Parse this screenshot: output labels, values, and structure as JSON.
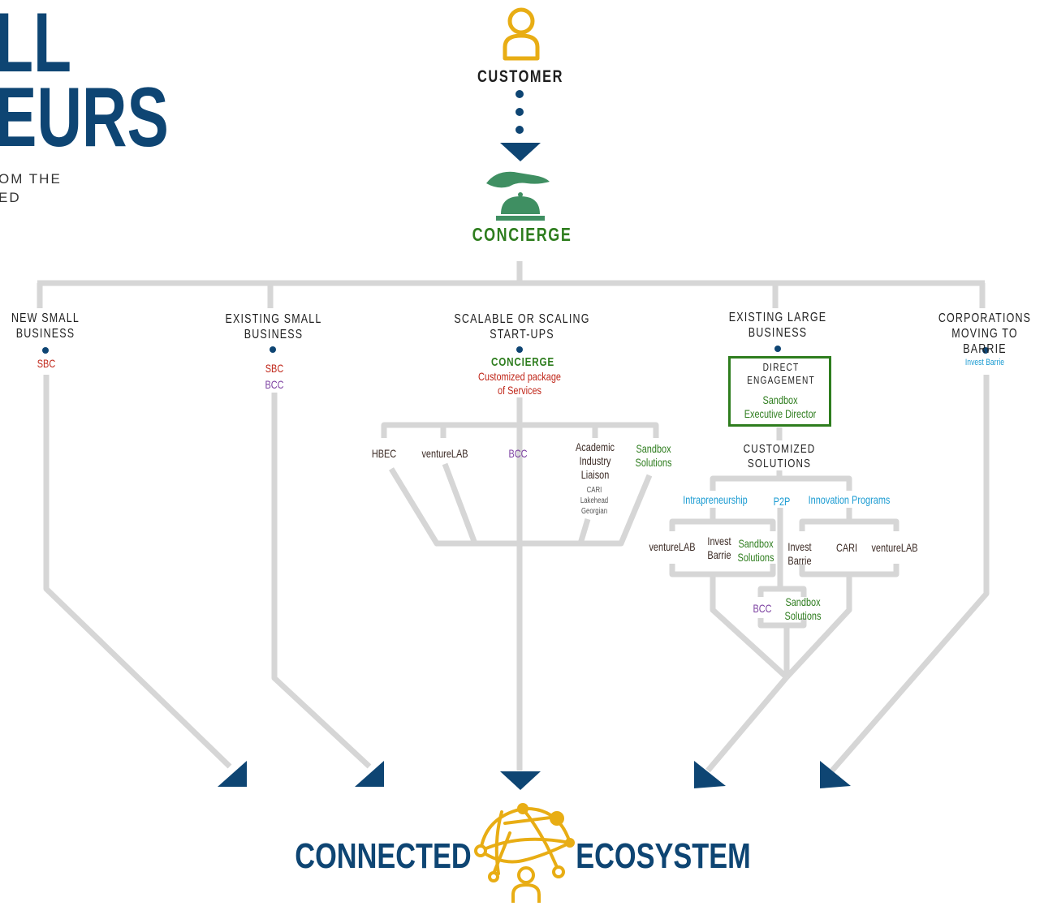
{
  "title": {
    "line1": "LL",
    "line2": "EURS",
    "sub1": "OM THE",
    "sub2": "ED"
  },
  "top": {
    "customer": "CUSTOMER",
    "concierge": "CONCIERGE"
  },
  "paths": {
    "new_small": {
      "heading": "NEW SMALL\nBUSINESS",
      "providers": [
        "SBC"
      ]
    },
    "existing_small": {
      "heading": "EXISTING SMALL\nBUSINESS",
      "providers": [
        "SBC",
        "BCC"
      ]
    },
    "scalable": {
      "heading": "SCALABLE OR SCALING\nSTART-UPS",
      "concierge": "CONCIERGE",
      "package": "Customized package\nof Services",
      "branches": {
        "hbec": "HBEC",
        "venturelab": "ventureLAB",
        "bcc": "BCC",
        "academic": "Academic\nIndustry\nLiaison",
        "academic_sub": "CARI\nLakehead\nGeorgian",
        "sandbox": "Sandbox\nSolutions"
      }
    },
    "existing_large": {
      "heading": "EXISTING LARGE\nBUSINESS",
      "direct": "DIRECT\nENGAGEMENT",
      "sandbox_exec": "Sandbox\nExecutive Director",
      "customized": "CUSTOMIZED\nSOLUTIONS",
      "programs": {
        "intrapreneurship": "Intrapreneurship",
        "p2p": "P2P",
        "innovation": "Innovation Programs"
      },
      "intra_items": {
        "venturelab": "ventureLAB",
        "invest": "Invest\nBarrie",
        "sandbox": "Sandbox\nSolutions"
      },
      "innov_items": {
        "invest": "Invest\nBarrie",
        "cari": "CARI",
        "venturelab": "ventureLAB"
      },
      "p2p_items": {
        "bcc": "BCC",
        "sandbox": "Sandbox\nSolutions"
      }
    },
    "corporations": {
      "heading": "CORPORATIONS\nMOVING TO BARRIE",
      "providers": [
        "Invest Barrie"
      ]
    }
  },
  "bottom": {
    "connected": "CONNECTED",
    "ecosystem": "ECOSYSTEM"
  },
  "colors": {
    "navy": "#0e4573",
    "gold": "#e8ad14",
    "green": "#2e7d1e",
    "teal_green": "#3f8f62",
    "red": "#c0271a",
    "purple": "#7b3fa0",
    "blue": "#1a9bd2",
    "line_gray": "#d6d6d6"
  },
  "icons": {
    "customer": "person-icon",
    "concierge": "service-bell-icon",
    "ecosystem": "network-globe-person-icon"
  }
}
